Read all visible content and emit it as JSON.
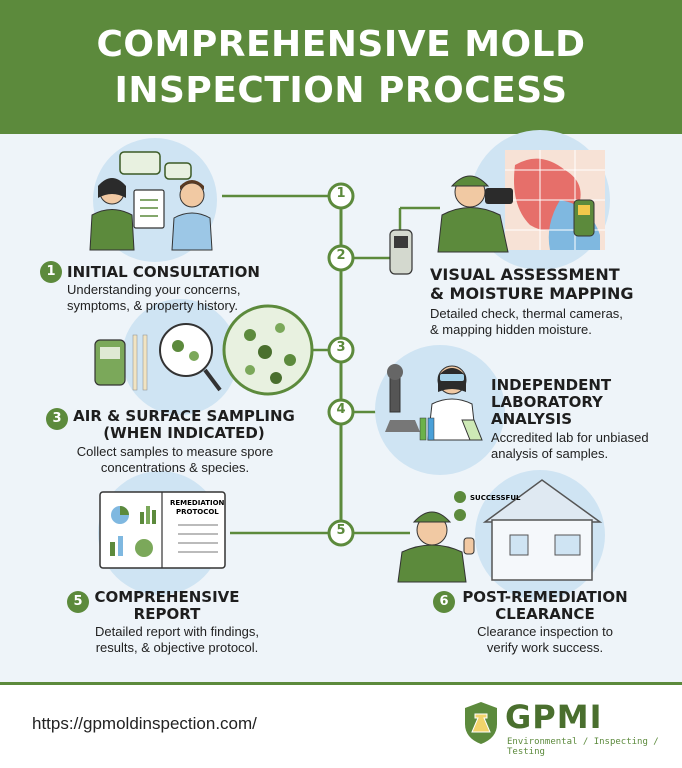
{
  "header": {
    "title_line1": "COMPREHENSIVE MOLD",
    "title_line2": "INSPECTION PROCESS"
  },
  "steps": [
    {
      "number": "1",
      "title": "INITIAL CONSULTATION",
      "desc_line1": "Understanding your concerns,",
      "desc_line2": "symptoms, & property history."
    },
    {
      "number": "2",
      "title_line1": "VISUAL ASSESSMENT",
      "title_line2": "& MOISTURE MAPPING",
      "desc_line1": "Detailed check, thermal cameras,",
      "desc_line2": "& mapping hidden moisture."
    },
    {
      "number": "3",
      "title_line1": "AIR & SURFACE SAMPLING",
      "title_line2": "(WHEN INDICATED)",
      "desc_line1": "Collect samples to measure spore",
      "desc_line2": "concentrations & species."
    },
    {
      "number": "4",
      "title_line1": "INDEPENDENT",
      "title_line2": "LABORATORY",
      "title_line3": "ANALYSIS",
      "desc_line1": "Accredited lab for unbiased",
      "desc_line2": "analysis of samples."
    },
    {
      "number": "5",
      "title_line1": "COMPREHENSIVE",
      "title_line2": "REPORT",
      "desc_line1": "Detailed report with findings,",
      "desc_line2": "results, & objective protocol."
    },
    {
      "number": "6",
      "title_line1": "POST-REMEDIATION",
      "title_line2": "CLEARANCE",
      "desc_line1": "Clearance inspection to",
      "desc_line2": "verify work success."
    }
  ],
  "timeline_nodes": [
    "1",
    "2",
    "3",
    "4",
    "5"
  ],
  "illustrations": {
    "report_book_label_line1": "REMEDIATION",
    "report_book_label_line2": "PROTOCOL",
    "clearance_check_label": "SUCCESSFUL"
  },
  "footer": {
    "url": "https://gpmoldinspection.com/",
    "logo_name": "GPMI",
    "logo_tagline": "Environmental / Inspecting / Testing"
  },
  "colors": {
    "brand_green": "#5c8a3c",
    "background": "#eef4f9",
    "accent_blue": "#cfe4f3"
  }
}
